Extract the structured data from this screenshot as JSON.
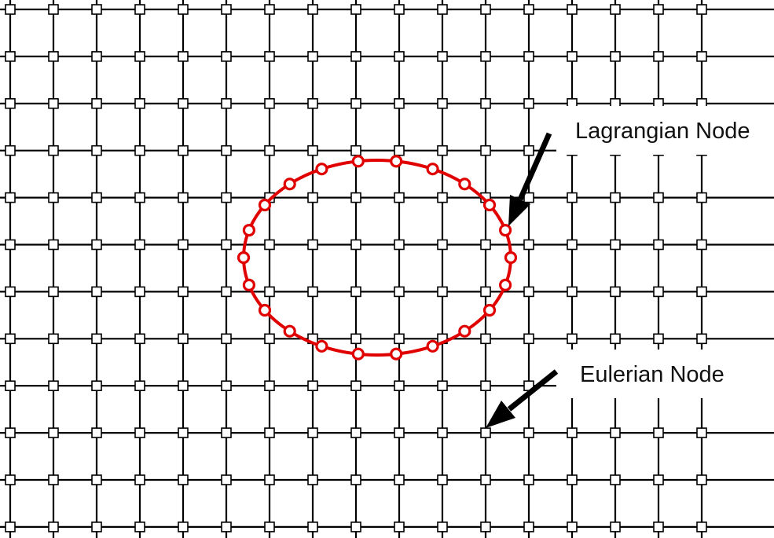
{
  "diagram": {
    "labels": {
      "lagrangian": "Lagrangian Node",
      "eulerian": "Eulerian Node"
    },
    "grid": {
      "columns": 17,
      "rows": 12,
      "node_shape": "open-square",
      "line_color": "#000000"
    },
    "boundary": {
      "shape": "closed-curve",
      "node_count": 22,
      "node_shape": "open-circle",
      "color": "#e00000"
    },
    "arrow_color": "#000000"
  }
}
